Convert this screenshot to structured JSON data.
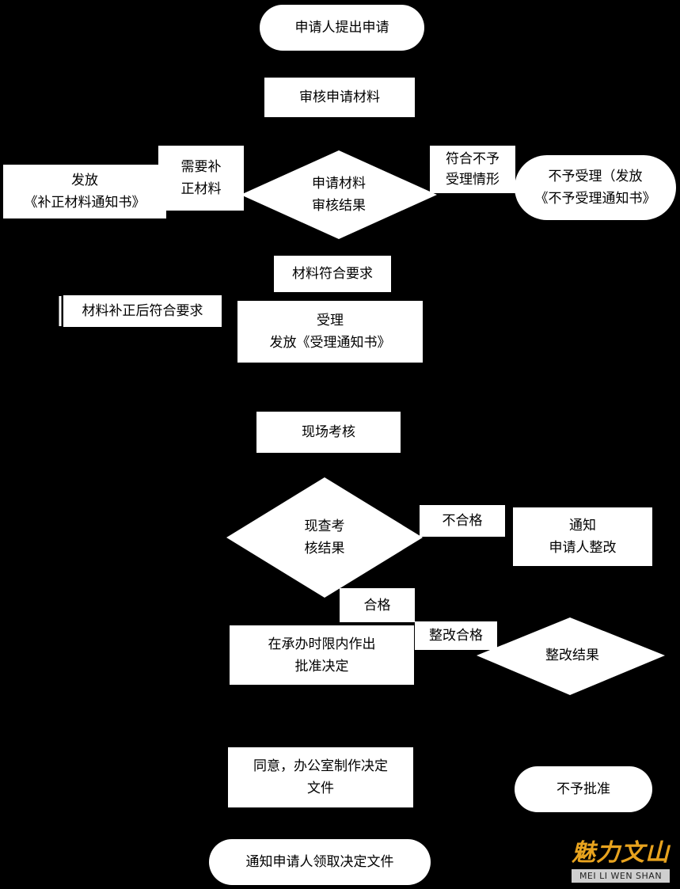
{
  "nodes": {
    "start": "申请人提出申请",
    "review_materials": "审核申请材料",
    "review_result": "申请材料\n审核结果",
    "issue_correction": "发放\n《补正材料通知书》",
    "reject_acceptance": "不予受理（发放\n《不予受理通知书》",
    "accept": "受理\n发放《受理通知书》",
    "site_inspection": "现场考核",
    "inspection_result": "现查考\n核结果",
    "notify_rectify": "通知\n申请人整改",
    "approval_decision": "在承办时限内作出\n批准决定",
    "rectify_result": "整改结果",
    "office_document": "同意，办公室制作决定\n文件",
    "not_approved": "不予批准",
    "notify_collect": "通知申请人领取决定文件"
  },
  "labels": {
    "need_supplement": "需要补\n正材料",
    "not_meet": "符合不予\n受理情形",
    "materials_ok": "材料符合要求",
    "after_supplement": "材料补正后符合要求",
    "fail": "不合格",
    "pass": "合格",
    "rectified_pass": "整改合格"
  },
  "logo": {
    "cn": "魅力文山",
    "en": "MEI LI WEN  SHAN"
  }
}
